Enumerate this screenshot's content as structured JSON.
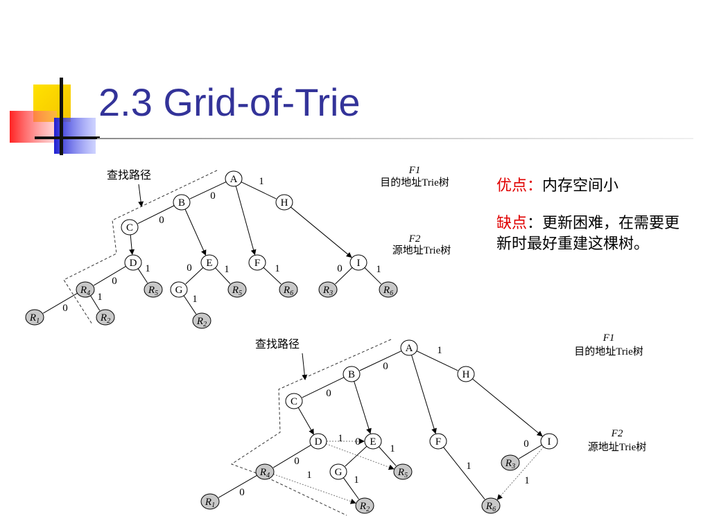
{
  "slide": {
    "title": "2.3 Grid-of-Trie",
    "advantage": {
      "label": "优点：",
      "text": "内存空间小"
    },
    "disadvantage": {
      "label": "缺点",
      "text": "：更新困难，在需要更新时最好重建这棵树。"
    }
  },
  "diagrams": [
    {
      "search_path_label": "查找路径",
      "f1_label": "F1",
      "f1_text": "目的地址Trie树",
      "f2_label": "F2",
      "f2_text": "源地址Trie树",
      "nodes": [
        {
          "id": "A",
          "label": "A"
        },
        {
          "id": "B",
          "label": "B"
        },
        {
          "id": "H",
          "label": "H"
        },
        {
          "id": "C",
          "label": "C"
        },
        {
          "id": "D",
          "label": "D"
        },
        {
          "id": "E",
          "label": "E"
        },
        {
          "id": "F",
          "label": "F"
        },
        {
          "id": "I",
          "label": "I"
        },
        {
          "id": "G",
          "label": "G"
        },
        {
          "id": "R4",
          "label": "R",
          "sub": "4",
          "rule": true
        },
        {
          "id": "R5a",
          "label": "R",
          "sub": "5",
          "rule": true
        },
        {
          "id": "R5b",
          "label": "R",
          "sub": "5",
          "rule": true
        },
        {
          "id": "R6a",
          "label": "R",
          "sub": "6",
          "rule": true
        },
        {
          "id": "R3",
          "label": "R",
          "sub": "3",
          "rule": true
        },
        {
          "id": "R6b",
          "label": "R",
          "sub": "6",
          "rule": true
        },
        {
          "id": "R1",
          "label": "R",
          "sub": "1",
          "rule": true
        },
        {
          "id": "R2a",
          "label": "R",
          "sub": "2",
          "rule": true
        },
        {
          "id": "R2b",
          "label": "R",
          "sub": "2",
          "rule": true
        }
      ],
      "edges": [
        {
          "from": "A",
          "to": "B",
          "label": "0"
        },
        {
          "from": "A",
          "to": "H",
          "label": "1"
        },
        {
          "from": "B",
          "to": "C",
          "label": "0"
        },
        {
          "from": "C",
          "to": "D",
          "arrow": true
        },
        {
          "from": "B",
          "to": "E",
          "arrow": true
        },
        {
          "from": "A",
          "to": "F",
          "arrow": true
        },
        {
          "from": "H",
          "to": "I",
          "arrow": true
        },
        {
          "from": "D",
          "to": "R4",
          "label": "0"
        },
        {
          "from": "D",
          "to": "R5a",
          "label": "1"
        },
        {
          "from": "R4",
          "to": "R1",
          "label": "0"
        },
        {
          "from": "R4",
          "to": "R2a",
          "label": "1"
        },
        {
          "from": "E",
          "to": "G",
          "label": "0"
        },
        {
          "from": "E",
          "to": "R5b",
          "label": "1"
        },
        {
          "from": "G",
          "to": "R2b",
          "label": "1"
        },
        {
          "from": "F",
          "to": "R6a",
          "label": "1"
        },
        {
          "from": "I",
          "to": "R3",
          "label": "0"
        },
        {
          "from": "I",
          "to": "R6b",
          "label": "1"
        }
      ]
    },
    {
      "search_path_label": "查找路径",
      "f1_label": "F1",
      "f1_text": "目的地址Trie树",
      "f2_label": "F2",
      "f2_text": "源地址Trie树",
      "nodes": [
        {
          "id": "A",
          "label": "A"
        },
        {
          "id": "B",
          "label": "B"
        },
        {
          "id": "H",
          "label": "H"
        },
        {
          "id": "C",
          "label": "C"
        },
        {
          "id": "D",
          "label": "D"
        },
        {
          "id": "E",
          "label": "E"
        },
        {
          "id": "F",
          "label": "F"
        },
        {
          "id": "I",
          "label": "I"
        },
        {
          "id": "G",
          "label": "G"
        },
        {
          "id": "R4",
          "label": "R",
          "sub": "4",
          "rule": true
        },
        {
          "id": "R5",
          "label": "R",
          "sub": "5",
          "rule": true
        },
        {
          "id": "R3",
          "label": "R",
          "sub": "3",
          "rule": true
        },
        {
          "id": "R1",
          "label": "R",
          "sub": "1",
          "rule": true
        },
        {
          "id": "R2",
          "label": "R",
          "sub": "2",
          "rule": true
        },
        {
          "id": "R6",
          "label": "R",
          "sub": "6",
          "rule": true
        }
      ],
      "edges": [
        {
          "from": "A",
          "to": "B",
          "label": "0"
        },
        {
          "from": "A",
          "to": "H",
          "label": "1"
        },
        {
          "from": "B",
          "to": "C",
          "label": "0"
        },
        {
          "from": "C",
          "to": "D",
          "arrow": true
        },
        {
          "from": "B",
          "to": "E",
          "arrow": true
        },
        {
          "from": "A",
          "to": "F",
          "arrow": true
        },
        {
          "from": "H",
          "to": "I",
          "arrow": true
        },
        {
          "from": "D",
          "to": "R4",
          "label": "0"
        },
        {
          "from": "R4",
          "to": "R1",
          "label": "0"
        },
        {
          "from": "E",
          "to": "G"
        },
        {
          "from": "E",
          "to": "R5",
          "label": "1"
        },
        {
          "from": "G",
          "to": "R2",
          "label": "1"
        },
        {
          "from": "F",
          "to": "R6",
          "label": "1"
        },
        {
          "from": "I",
          "to": "R3",
          "label": "0"
        },
        {
          "from": "D",
          "to": "E",
          "label": "1",
          "switch": true
        },
        {
          "from": "D",
          "to": "R5",
          "label": "0",
          "switch": true
        },
        {
          "from": "R4",
          "to": "R2",
          "label": "1",
          "switch": true
        },
        {
          "from": "I",
          "to": "R6",
          "label": "1",
          "switch": true
        }
      ]
    }
  ]
}
